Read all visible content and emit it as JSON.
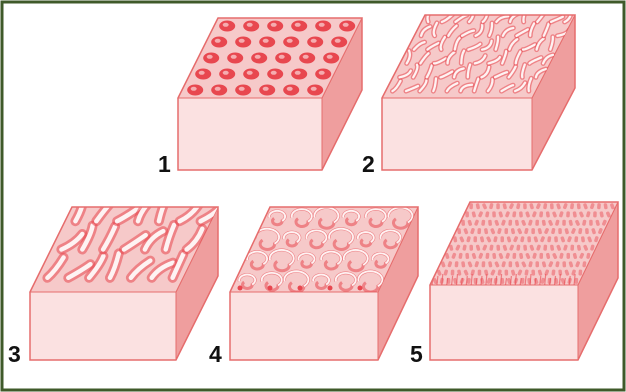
{
  "figure": {
    "frame_color": "#3f5a2a",
    "face_color": "#fbe1e1",
    "top_color": "#f6c9c9",
    "side_color": "#ef9e9e",
    "edge_color": "#e66d6d",
    "accent_color": "#e8474f",
    "blocks": [
      {
        "label": "1",
        "pattern": "dots"
      },
      {
        "label": "2",
        "pattern": "fine-stripes"
      },
      {
        "label": "3",
        "pattern": "wide-stripes"
      },
      {
        "label": "4",
        "pattern": "swirls"
      },
      {
        "label": "5",
        "pattern": "dense-texture"
      }
    ]
  }
}
